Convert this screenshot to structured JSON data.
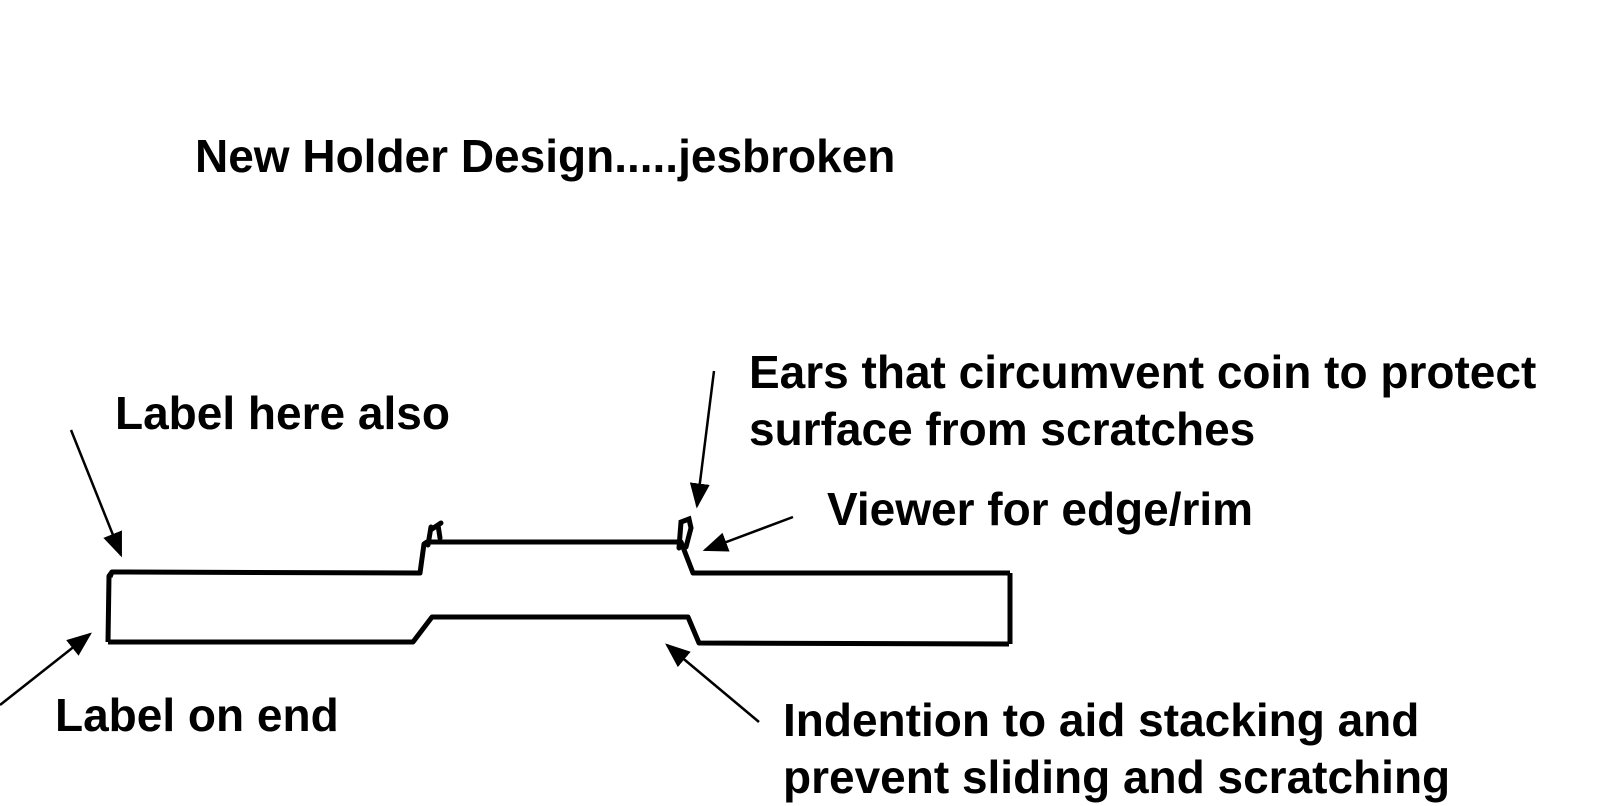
{
  "diagram": {
    "title": "New Holder Design.....jesbroken",
    "callouts": {
      "label_here_also": "Label here also",
      "ears_line1": "Ears that circumvent coin to protect",
      "ears_line2": "surface from scratches",
      "viewer": "Viewer for edge/rim",
      "label_on_end": "Label on end",
      "indention_line1": "Indention to aid stacking and",
      "indention_line2": "prevent sliding and scratching"
    },
    "colors": {
      "ink": "#000000",
      "background": "#ffffff"
    }
  }
}
